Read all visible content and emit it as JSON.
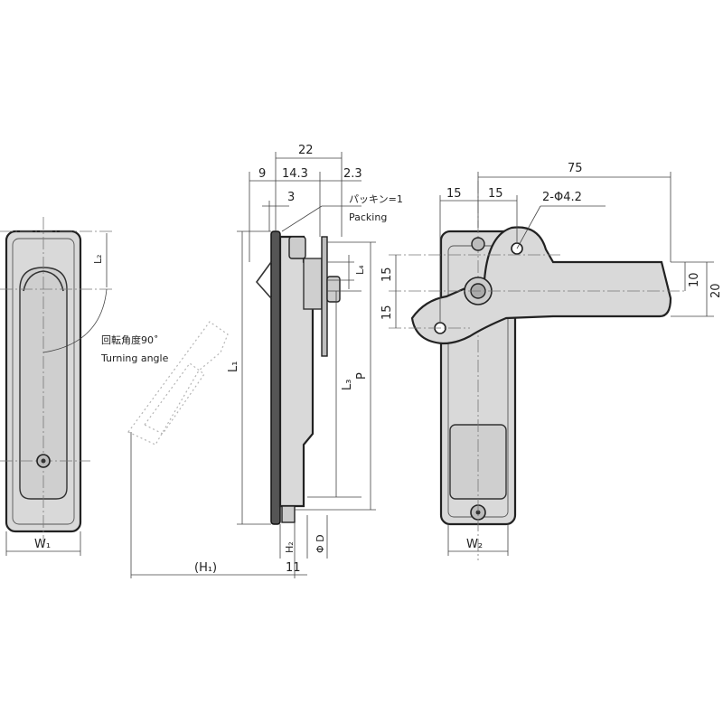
{
  "front_view": {
    "dim_w1": "W₁",
    "dim_l2": "L₂",
    "turning_angle_jp": "回転角度90˚",
    "turning_angle_en": "Turning angle"
  },
  "side_view": {
    "dim_22": "22",
    "dim_9": "9",
    "dim_14_3": "14.3",
    "dim_2_3": "2.3",
    "dim_3": "3",
    "packing_jp": "パッキン=1",
    "packing_en": "Packing",
    "dim_l1": "L₁",
    "dim_l3": "L₃",
    "dim_p": "P",
    "dim_l4": "L₄",
    "dim_h2": "H₂",
    "dim_phi_d": "Φ D",
    "dim_h1": "(H₁)",
    "dim_11": "11"
  },
  "rear_view": {
    "dim_75": "75",
    "dim_15a": "15",
    "dim_15b": "15",
    "hole_callout": "2-Φ4.2",
    "dim_15_v1": "15",
    "dim_15_v2": "15",
    "dim_10": "10",
    "dim_20": "20",
    "dim_w2": "W₂"
  }
}
